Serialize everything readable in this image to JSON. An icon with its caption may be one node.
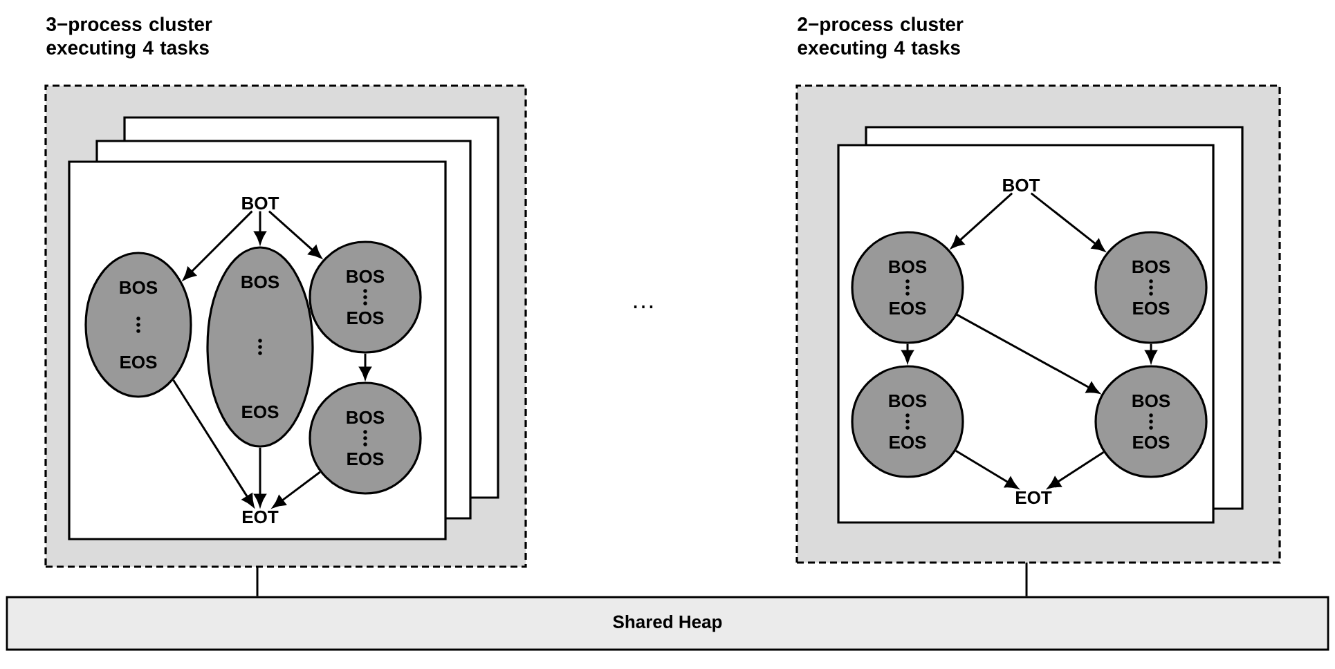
{
  "diagram": {
    "nodes": [
      {
        "text": [
          "3−process cluster executing 4 tasks"
        ]
      },
      {
        "text": [],
        "shape": "box",
        "in": 0
      },
      {
        "text": [
          "BOT"
        ],
        "in": 1
      },
      {
        "text": [
          "BOS",
          "EOS"
        ],
        "in": 1
      },
      {
        "text": [
          "BOS",
          "EOS"
        ],
        "in": 1
      },
      {
        "text": [
          "BOS",
          "EOS"
        ],
        "in": 1
      },
      {
        "text": [
          "BOS",
          "EOS"
        ],
        "in": 1
      },
      {
        "text": [
          "EOT"
        ],
        "in": 1
      },
      {
        "text": [
          "2−process cluster executing 4 tasks"
        ]
      },
      {
        "text": [],
        "shape": "box",
        "in": 8
      },
      {
        "text": [
          "BOT"
        ],
        "in": 9
      },
      {
        "text": [
          "BOS",
          "EOS"
        ],
        "in": 9
      },
      {
        "text": [
          "BOS",
          "EOS"
        ],
        "in": 9
      },
      {
        "text": [
          "BOS",
          "EOS"
        ],
        "in": 9
      },
      {
        "text": [
          "BOS",
          "EOS"
        ],
        "in": 9
      },
      {
        "text": [
          "EOT"
        ],
        "in": 9
      },
      {
        "text": [
          "Shared Heap"
        ]
      }
    ],
    "edges": [
      {
        "from": 2,
        "to": 3,
        "arrow": "to"
      },
      {
        "from": 2,
        "to": 4,
        "arrow": "to"
      },
      {
        "from": 2,
        "to": 5,
        "arrow": "to"
      },
      {
        "from": 5,
        "to": 6,
        "arrow": "to"
      },
      {
        "from": 3,
        "to": 7,
        "arrow": "to"
      },
      {
        "from": 4,
        "to": 7,
        "arrow": "to"
      },
      {
        "from": 6,
        "to": 7,
        "arrow": "to"
      },
      {
        "from": 10,
        "to": 11,
        "arrow": "to"
      },
      {
        "from": 10,
        "to": 12,
        "arrow": "to"
      },
      {
        "from": 11,
        "to": 13,
        "arrow": "to"
      },
      {
        "from": 11,
        "to": 14,
        "arrow": "to"
      },
      {
        "from": 12,
        "to": 14,
        "arrow": "to"
      },
      {
        "from": 13,
        "to": 15,
        "arrow": "to"
      },
      {
        "from": 14,
        "to": 15,
        "arrow": "to"
      },
      {
        "from": 0,
        "to": 16,
        "arrow": "none"
      },
      {
        "from": 8,
        "to": 16,
        "arrow": "none"
      }
    ],
    "labels": [
      "…"
    ]
  }
}
